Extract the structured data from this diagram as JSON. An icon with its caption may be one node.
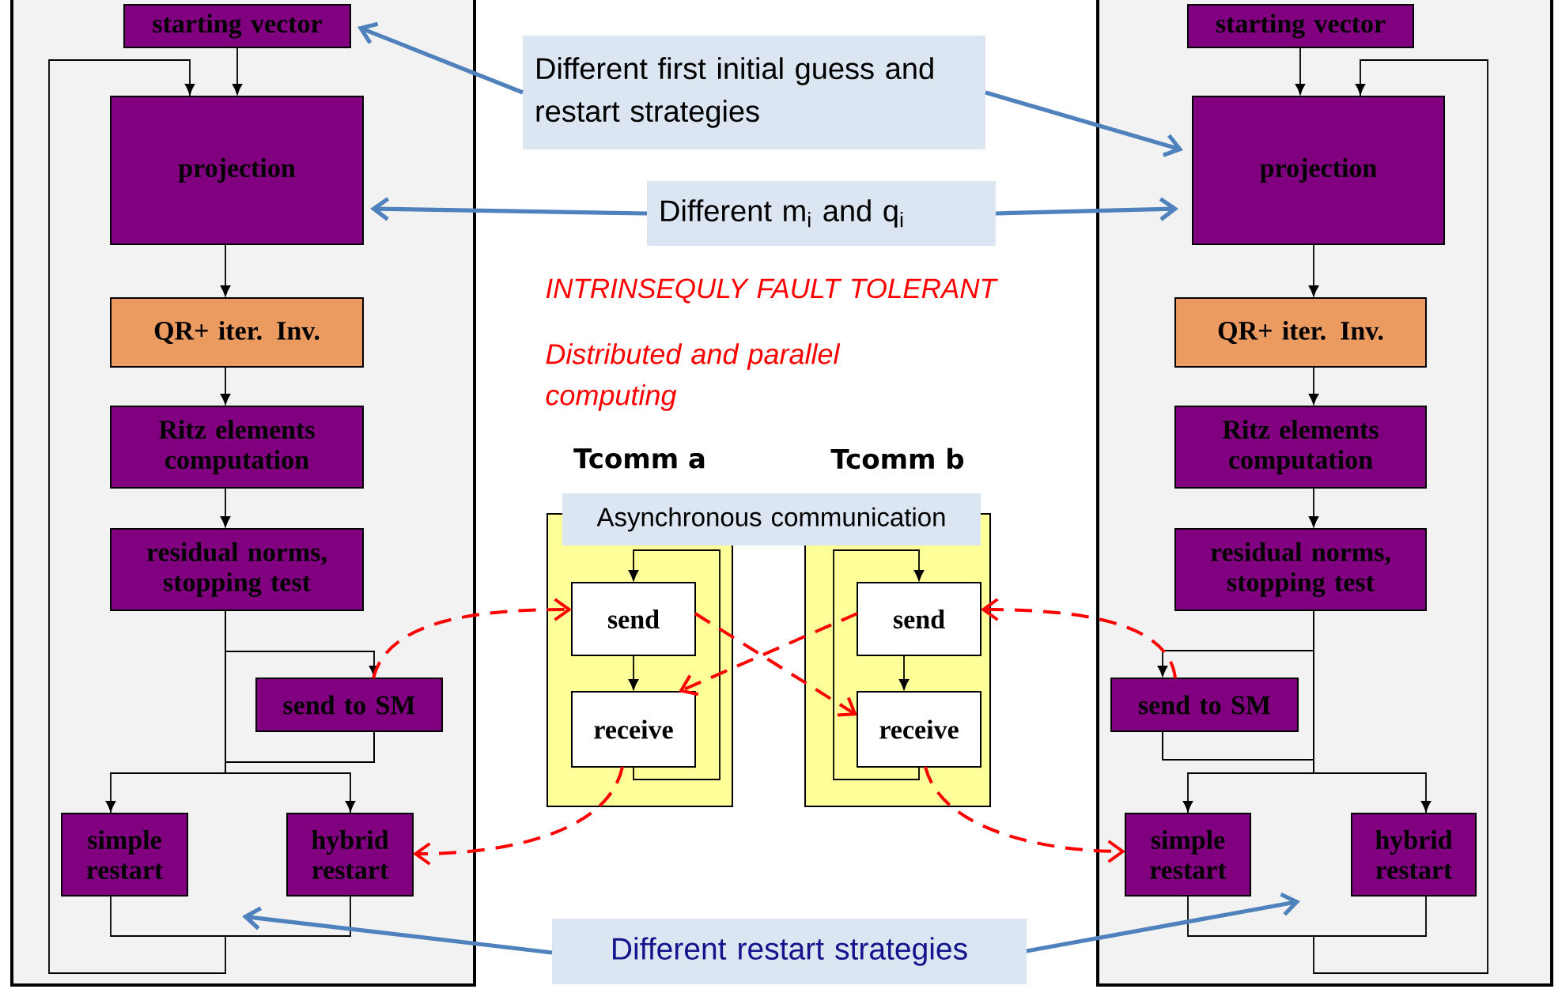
{
  "diagram": {
    "nodes": [
      {
        "text": [
          "Different first initial guess and restart strategies"
        ]
      },
      {
        "text": [
          "Different m$_{i}$ and q$_{i}$"
        ]
      },
      {
        "text": [
          "starting vector"
        ]
      },
      {
        "text": [
          "projection"
        ]
      },
      {
        "text": [
          "QR+ iter. Inv."
        ]
      },
      {
        "text": [
          "Ritz elements computation"
        ]
      },
      {
        "text": [
          "residual norms, stopping test"
        ]
      },
      {
        "text": [
          "send to SM"
        ]
      },
      {
        "text": [
          "simple restart"
        ]
      },
      {
        "text": [
          "hybrid restart"
        ]
      },
      {
        "text": [
          "Tcomm a"
        ]
      },
      {
        "text": [
          "Asynchronous communication"
        ]
      },
      {
        "text": [
          "Tcomm b"
        ]
      },
      {
        "text": [
          "send"
        ],
        "in": 10
      },
      {
        "text": [
          "receive"
        ],
        "in": 10
      },
      {
        "text": [
          "send"
        ],
        "in": 12
      },
      {
        "text": [
          "receive"
        ],
        "in": 12
      },
      {
        "text": [
          "starting vector"
        ]
      },
      {
        "text": [
          "projection"
        ]
      },
      {
        "text": [
          "QR+ iter. Inv."
        ]
      },
      {
        "text": [
          "Ritz elements computation"
        ]
      },
      {
        "text": [
          "residual norms, stopping test"
        ]
      },
      {
        "text": [
          "send to SM"
        ]
      },
      {
        "text": [
          "simple restart"
        ]
      },
      {
        "text": [
          "hybrid restart"
        ]
      },
      {
        "text": [
          "Different restart strategies"
        ]
      }
    ],
    "edges": [
      {
        "from": 2,
        "to": 3,
        "arrow": "to"
      },
      {
        "from": 3,
        "to": 4,
        "arrow": "to"
      },
      {
        "from": 4,
        "to": 5,
        "arrow": "to"
      },
      {
        "from": 5,
        "to": 6,
        "arrow": "to"
      },
      {
        "from": 6,
        "to": 7,
        "arrow": "to"
      },
      {
        "from": 6,
        "to": 8,
        "arrow": "to"
      },
      {
        "from": 6,
        "to": 9,
        "arrow": "to"
      },
      {
        "from": 7,
        "to": 8,
        "arrow": "to"
      },
      {
        "from": 7,
        "to": 9,
        "arrow": "to"
      },
      {
        "from": 8,
        "to": 3,
        "arrow": "to"
      },
      {
        "from": 9,
        "to": 3,
        "arrow": "to"
      },
      {
        "from": 17,
        "to": 18,
        "arrow": "to"
      },
      {
        "from": 18,
        "to": 19,
        "arrow": "to"
      },
      {
        "from": 19,
        "to": 20,
        "arrow": "to"
      },
      {
        "from": 20,
        "to": 21,
        "arrow": "to"
      },
      {
        "from": 21,
        "to": 22,
        "arrow": "to"
      },
      {
        "from": 21,
        "to": 23,
        "arrow": "to"
      },
      {
        "from": 21,
        "to": 24,
        "arrow": "to"
      },
      {
        "from": 22,
        "to": 23,
        "arrow": "to"
      },
      {
        "from": 22,
        "to": 24,
        "arrow": "to"
      },
      {
        "from": 23,
        "to": 18,
        "arrow": "to"
      },
      {
        "from": 24,
        "to": 18,
        "arrow": "to"
      },
      {
        "from": 13,
        "to": 14,
        "arrow": "to"
      },
      {
        "from": 14,
        "to": 13,
        "arrow": "to"
      },
      {
        "from": 15,
        "to": 16,
        "arrow": "to"
      },
      {
        "from": 16,
        "to": 15,
        "arrow": "to"
      },
      {
        "from": 7,
        "to": 13,
        "arrow": "to",
        "style": "dashed",
        "color": "#ff0000"
      },
      {
        "from": 13,
        "to": 16,
        "arrow": "to",
        "style": "dashed",
        "color": "#ff0000"
      },
      {
        "from": 15,
        "to": 14,
        "arrow": "to",
        "style": "dashed",
        "color": "#ff0000"
      },
      {
        "from": 14,
        "to": 9,
        "arrow": "to",
        "style": "dashed",
        "color": "#ff0000"
      },
      {
        "from": 22,
        "to": 15,
        "arrow": "to",
        "style": "dashed",
        "color": "#ff0000"
      },
      {
        "from": 16,
        "to": 23,
        "arrow": "to",
        "style": "dashed",
        "color": "#ff0000"
      },
      {
        "from": 0,
        "to": 2,
        "arrow": "to",
        "style": "thick",
        "color": "#4f81bd"
      },
      {
        "from": 0,
        "to": 18,
        "arrow": "to",
        "style": "thick",
        "color": "#4f81bd"
      },
      {
        "from": 1,
        "to": 3,
        "arrow": "to",
        "style": "thick",
        "color": "#4f81bd"
      },
      {
        "from": 1,
        "to": 18,
        "arrow": "to",
        "style": "thick",
        "color": "#4f81bd"
      },
      {
        "from": 25,
        "to": null,
        "arrow": "to",
        "style": "thick",
        "color": "#4f81bd"
      },
      {
        "from": 25,
        "to": null,
        "arrow": "to",
        "style": "thick",
        "color": "#4f81bd"
      }
    ],
    "labels": [
      "INTRINSEQULY FAULT TOLERANT",
      "Distributed and parallel computing"
    ]
  }
}
